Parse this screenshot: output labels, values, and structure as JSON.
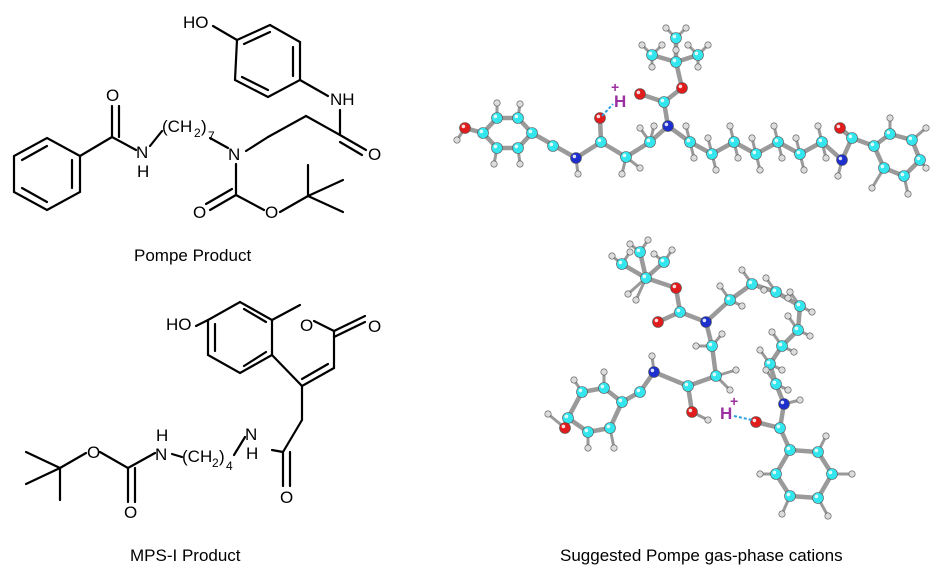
{
  "captions": {
    "pompe": "Pompe Product",
    "mps": "MPS-I Product",
    "gas": "Suggested Pompe gas-phase cations"
  },
  "labels": {
    "ho": "HO",
    "nh": "NH",
    "n": "N",
    "h": "H",
    "o": "O",
    "ch2": "(CH",
    "close": ")",
    "sub7": "7",
    "sub4": "4",
    "hplus": "H",
    "plus": "+"
  },
  "colors": {
    "carbon": "#33e6ee",
    "oxygen": "#e01c1c",
    "nitrogen": "#1d2fcc",
    "hydrogen": "#dcdcdc",
    "bond": "#9a9a9a",
    "proton": "#9b30a0",
    "hbond": "#2aa0e0"
  }
}
